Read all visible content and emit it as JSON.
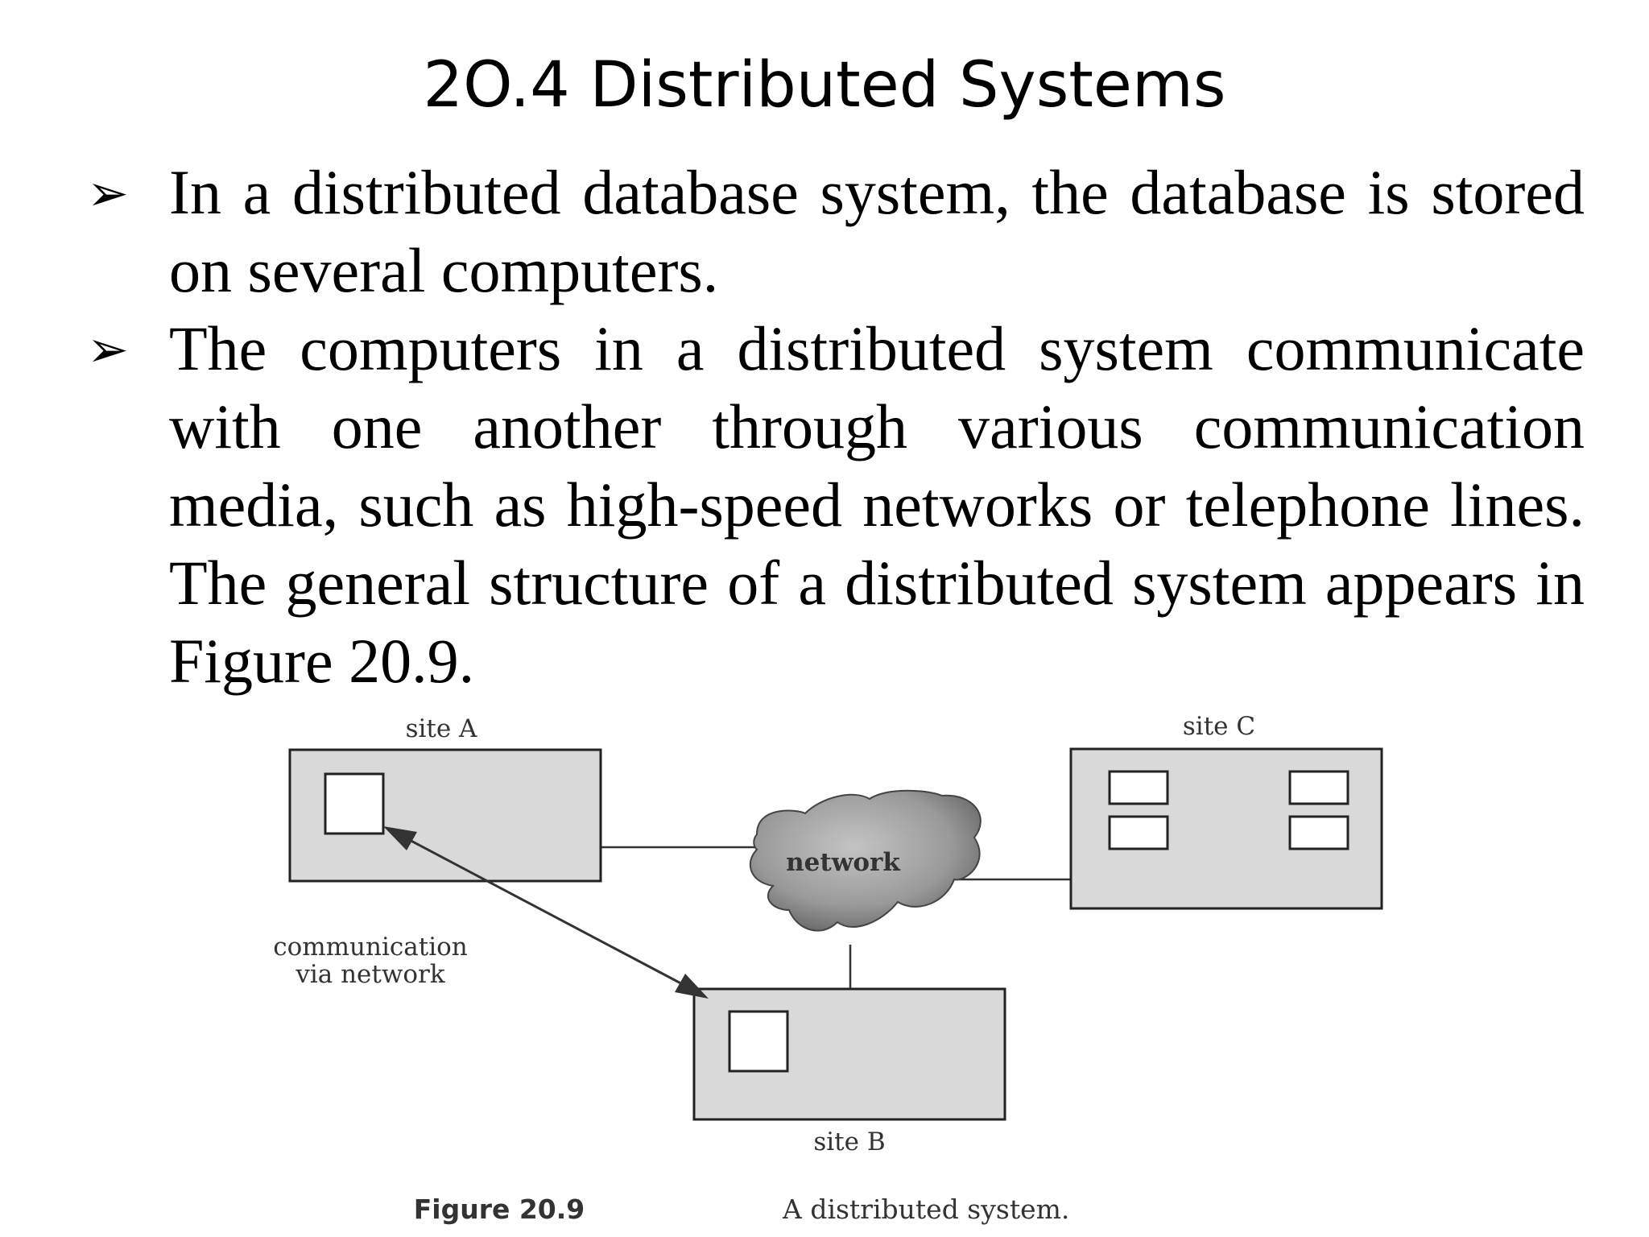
{
  "slide": {
    "title": "2O.4 Distributed Systems",
    "bullet_icon": "arrowhead-bullet-icon",
    "bullets": [
      {
        "text": "In a distributed database system, the database is stored on several computers."
      },
      {
        "text": "The computers in a distributed system communicate with one another through various communication media, such as high-speed networks or telephone lines. The general structure of a distributed system appears in Figure 20.9."
      }
    ]
  },
  "figure": {
    "labels": {
      "site_a": "site A",
      "site_b": "site B",
      "site_c": "site C",
      "network": "network",
      "communication_line1": "communication",
      "communication_line2": "via network"
    },
    "caption_number": "Figure 20.9",
    "caption_text": "A distributed system.",
    "colors": {
      "site_fill": "#d9d9d9",
      "cloud_fill": "#9a9a9a",
      "line": "#333333"
    }
  }
}
